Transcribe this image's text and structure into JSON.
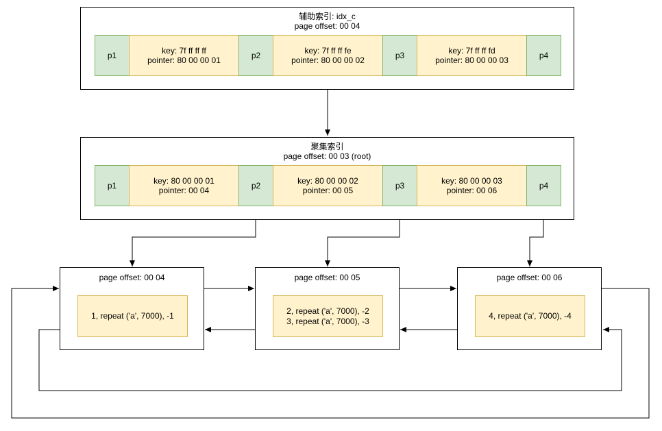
{
  "secondary_index": {
    "title": "辅助索引: idx_c",
    "offset": "page offset: 00 04",
    "pointers": [
      "p1",
      "p2",
      "p3",
      "p4"
    ],
    "keys": [
      {
        "key": "key: 7f ff ff ff",
        "pointer": "pointer: 80 00 00 01"
      },
      {
        "key": "key: 7f ff ff fe",
        "pointer": "pointer: 80 00 00 02"
      },
      {
        "key": "key: 7f ff ff fd",
        "pointer": "pointer: 80 00 00 03"
      }
    ]
  },
  "clustered_index": {
    "title": "聚集索引",
    "offset": "page offset: 00 03 (root)",
    "pointers": [
      "p1",
      "p2",
      "p3",
      "p4"
    ],
    "keys": [
      {
        "key": "key: 80 00 00 01",
        "pointer": "pointer: 00 04"
      },
      {
        "key": "key: 80 00 00 02",
        "pointer": "pointer: 00 05"
      },
      {
        "key": "key: 80 00 00 03",
        "pointer": "pointer: 00 06"
      }
    ]
  },
  "leaf_pages": [
    {
      "offset": "page offset: 00 04",
      "records": [
        "1, repeat ('a', 7000), -1"
      ]
    },
    {
      "offset": "page offset: 00 05",
      "records": [
        "2, repeat ('a', 7000), -2",
        "3, repeat ('a', 7000), -3"
      ]
    },
    {
      "offset": "page offset: 00 06",
      "records": [
        "4, repeat ('a', 7000), -4"
      ]
    }
  ],
  "colors": {
    "pointer_fill": "#d5e8d4",
    "pointer_stroke": "#82b366",
    "key_fill": "#fff2cc",
    "key_stroke": "#d6b656"
  }
}
